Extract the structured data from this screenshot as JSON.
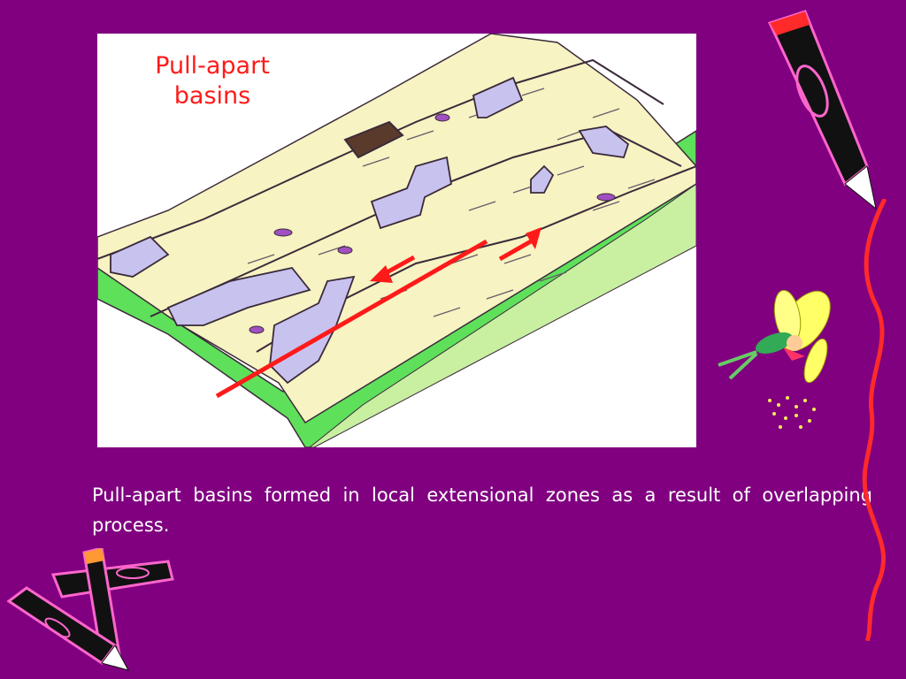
{
  "slide": {
    "background_color": "#800080",
    "caption": "Pull-apart basins formed in local extensional zones as a result of overlapping process."
  },
  "figure": {
    "title": "Pull-apart basins",
    "colors": {
      "surface": "#f7f3c2",
      "side_face": "#5ee05a",
      "basin": "#c8c2ef",
      "arrow": "#ff1a1a",
      "outline": "#3a2a3a"
    }
  },
  "decorations": {
    "crayon_icon": "crayon-icon",
    "fairy_icon": "fairy-icon",
    "squiggle_line": "squiggle-line"
  }
}
